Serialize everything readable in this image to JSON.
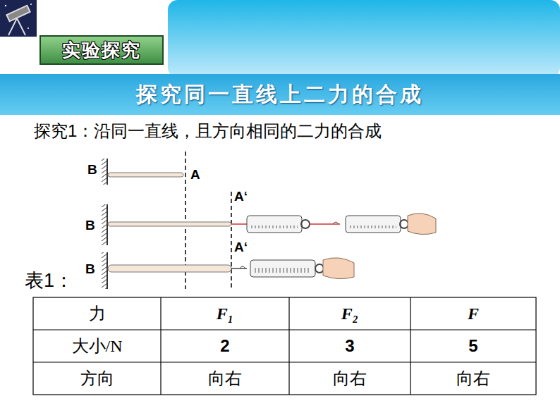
{
  "diagram": {
    "title": "探究同一直线上二力的合成",
    "nodes": [
      {
        "text": [
          "实验探究"
        ]
      }
    ],
    "labels": [
      "探究1：沿同一直线，且方向相同的二力的合成",
      "B",
      "A",
      "A‘",
      "B",
      "A‘",
      "B",
      "表1：",
      "力",
      "F₁",
      "F₂",
      "F",
      "大小/N",
      "2",
      "3",
      "5",
      "方向",
      "向右",
      "向右",
      "向右"
    ]
  }
}
